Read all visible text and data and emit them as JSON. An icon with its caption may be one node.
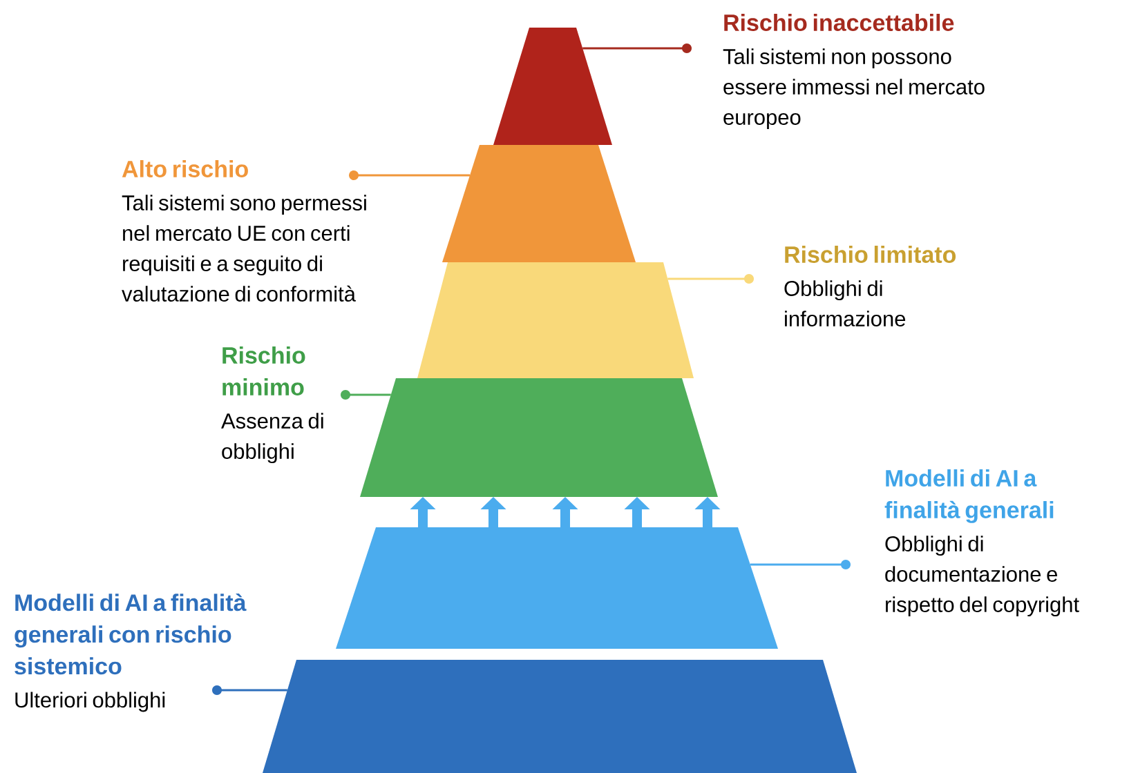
{
  "diagram": {
    "nodes": [
      {
        "text": [
          "Rischio inaccettabile",
          "Tali sistemi non possono essere immessi nel mercato europeo"
        ]
      },
      {
        "text": [],
        "shape": "trapezoid"
      },
      {
        "text": [
          "Alto rischio",
          "Tali sistemi sono permessi nel mercato UE con certi requisiti e a seguito di valutazione di conformità"
        ]
      },
      {
        "text": [],
        "shape": "trapezoid"
      },
      {
        "text": [
          "Rischio limitato",
          "Obblighi di informazione"
        ]
      },
      {
        "text": [],
        "shape": "trapezoid"
      },
      {
        "text": [
          "Rischio minimo",
          "Assenza di obblighi"
        ]
      },
      {
        "text": [],
        "shape": "trapezoid"
      },
      {
        "text": [
          "Modelli di AI a finalità generali",
          "Obblighi di documentazione e rispetto del copyright"
        ]
      },
      {
        "text": [],
        "shape": "trapezoid"
      },
      {
        "text": [
          "Modelli di AI a finalità generali con rischio sistemico",
          "Ulteriori obblighi"
        ]
      },
      {
        "text": [],
        "shape": "trapezoid"
      }
    ],
    "edges": [
      {
        "from": 0,
        "to": 1,
        "arrow": "other",
        "color": "#a52a1e"
      },
      {
        "from": 2,
        "to": 3,
        "arrow": "other",
        "color": "#f0963a"
      },
      {
        "from": 4,
        "to": 5,
        "arrow": "other",
        "color": "#f9d97a"
      },
      {
        "from": 6,
        "to": 7,
        "arrow": "other",
        "color": "#4fae5a"
      },
      {
        "from": 8,
        "to": 9,
        "arrow": "other",
        "color": "#4bacee"
      },
      {
        "from": 10,
        "to": 11,
        "arrow": "other",
        "color": "#2e6fbc"
      },
      {
        "from": 9,
        "to": 7,
        "arrow": "to",
        "style": "thick",
        "color": "#4bacee"
      },
      {
        "from": 9,
        "to": 7,
        "arrow": "to",
        "style": "thick",
        "color": "#4bacee"
      },
      {
        "from": 9,
        "to": 7,
        "arrow": "to",
        "style": "thick",
        "color": "#4bacee"
      },
      {
        "from": 9,
        "to": 7,
        "arrow": "to",
        "style": "thick",
        "color": "#4bacee"
      },
      {
        "from": 9,
        "to": 7,
        "arrow": "to",
        "style": "thick",
        "color": "#4bacee"
      }
    ]
  }
}
